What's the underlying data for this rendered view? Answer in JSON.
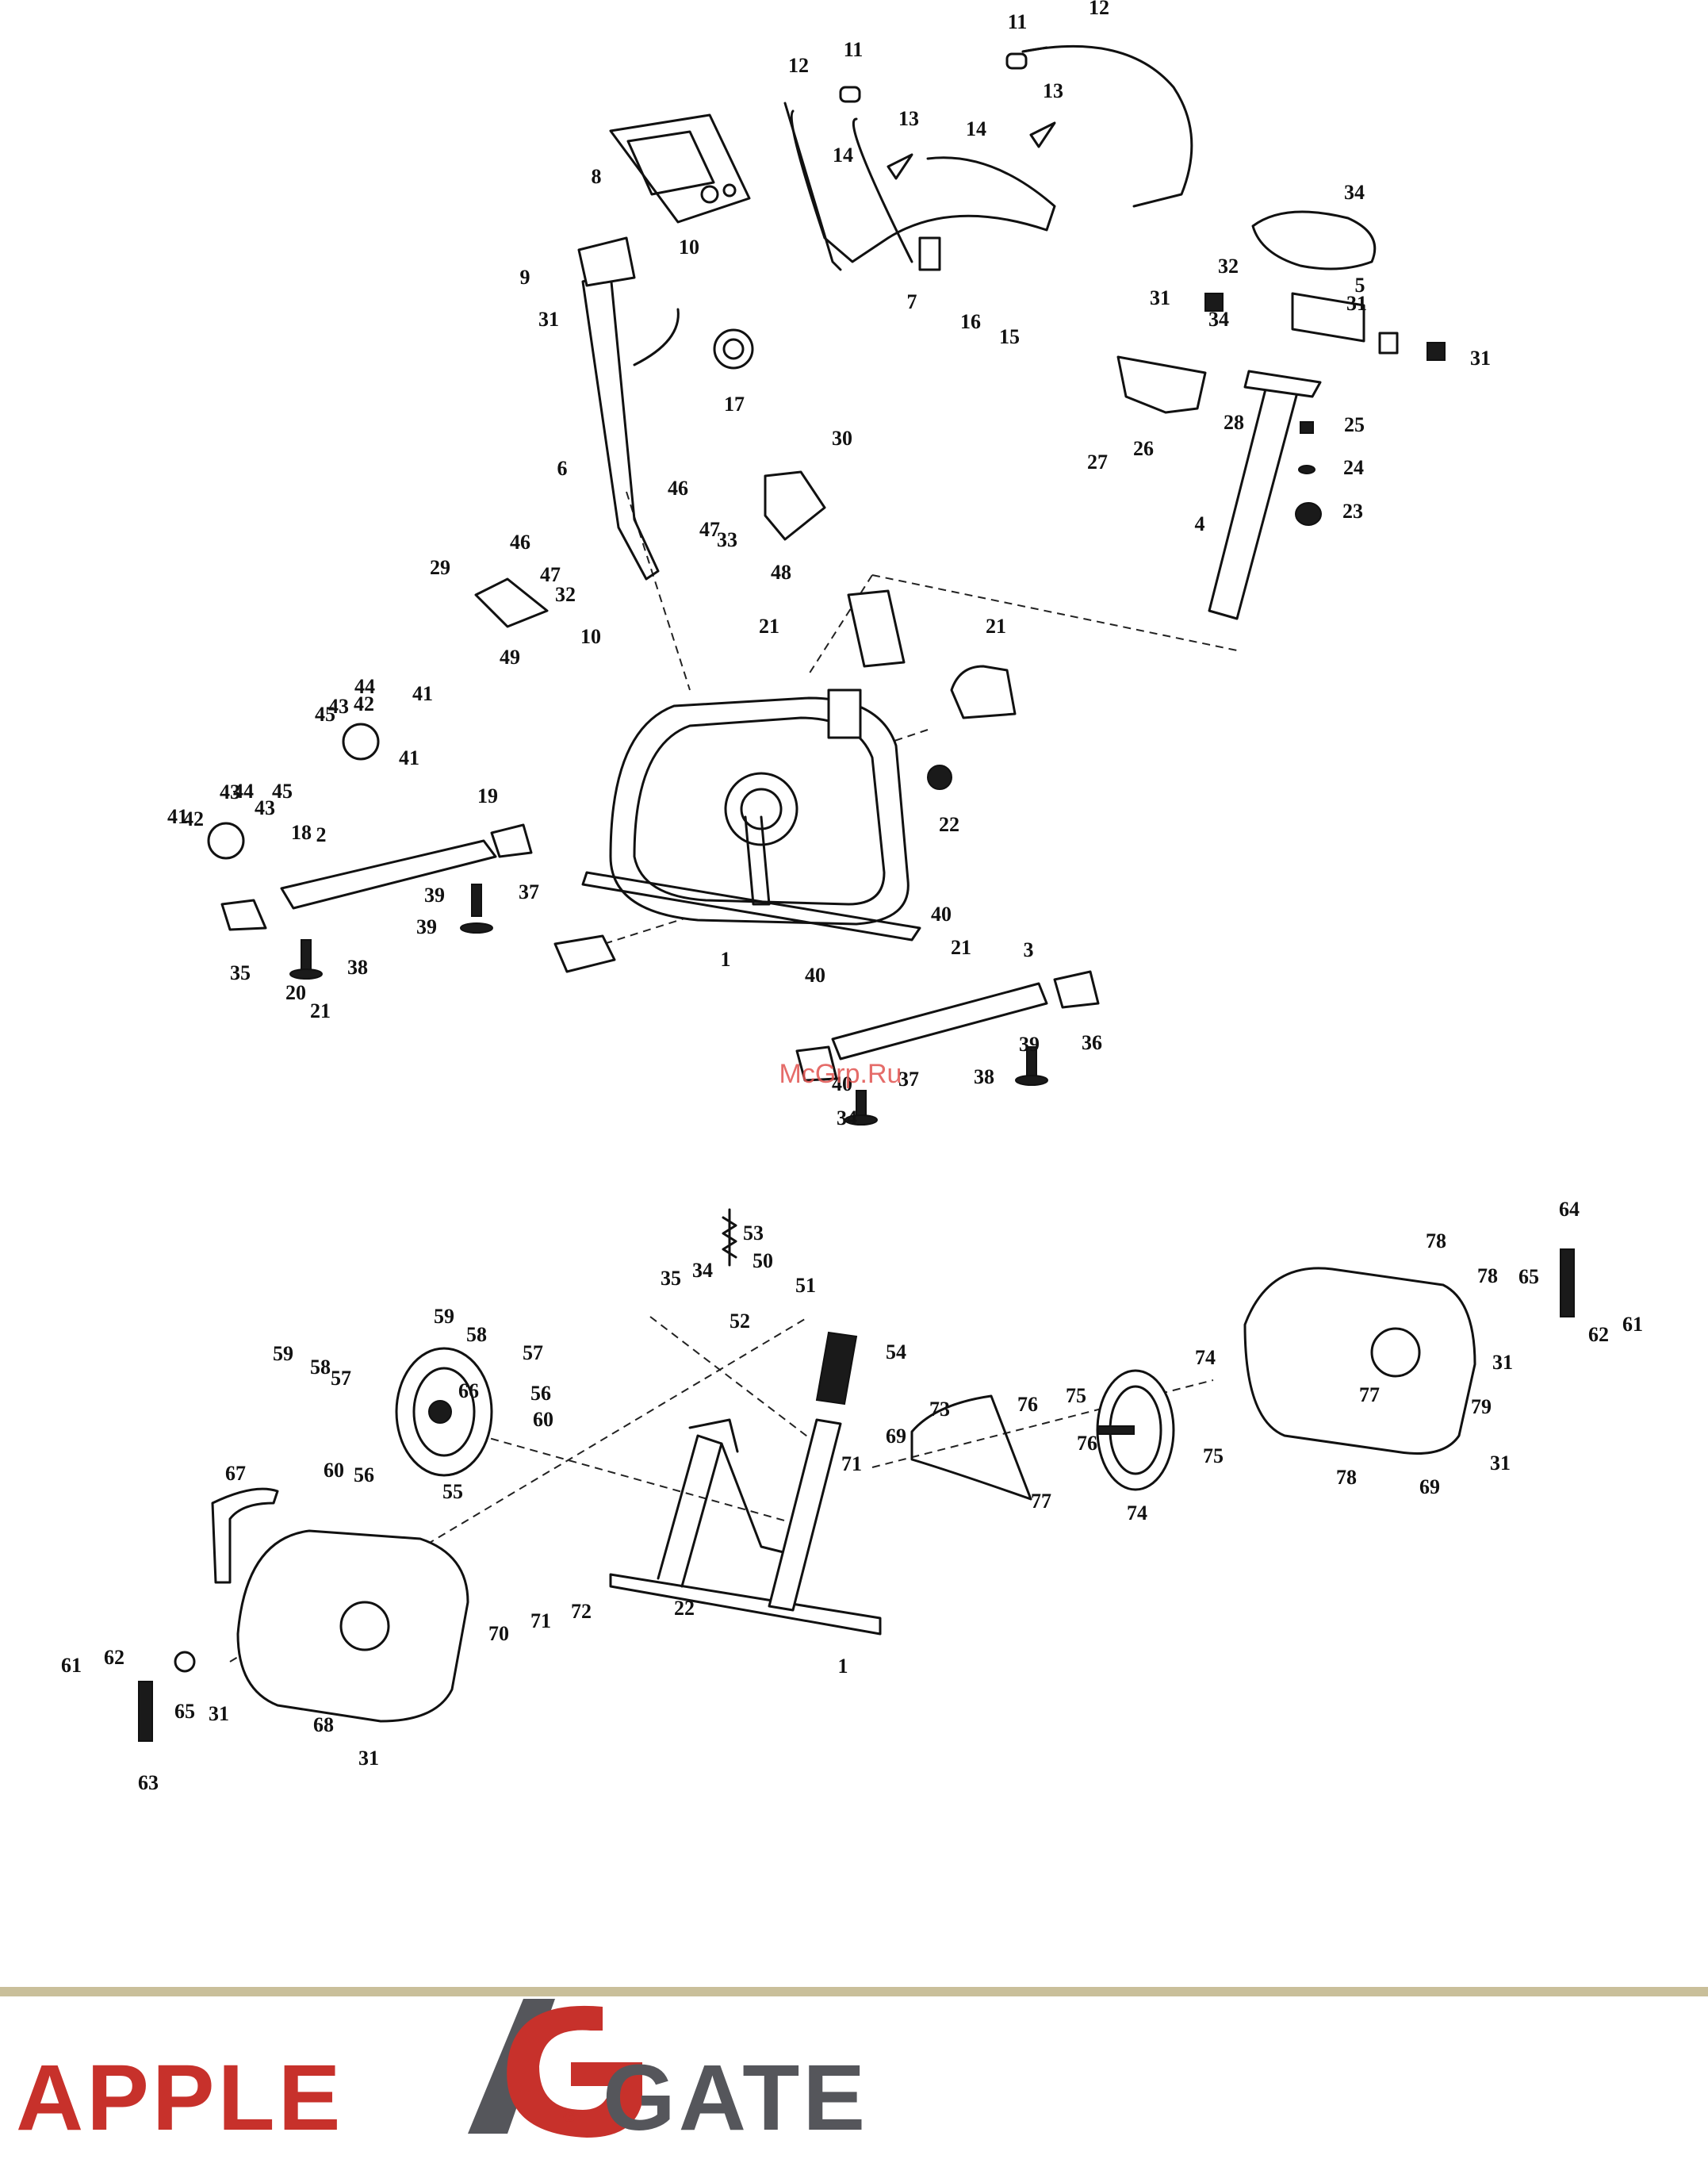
{
  "diagram_a_labels": [
    "1",
    "2",
    "3",
    "4",
    "5",
    "6",
    "7",
    "8",
    "9",
    "10",
    "10",
    "11",
    "11",
    "12",
    "12",
    "13",
    "13",
    "14",
    "14",
    "15",
    "16",
    "17",
    "18",
    "19",
    "20",
    "21",
    "21",
    "21",
    "21",
    "22",
    "23",
    "24",
    "25",
    "26",
    "27",
    "28",
    "29",
    "30",
    "31",
    "31",
    "31",
    "31",
    "32",
    "32",
    "33",
    "34",
    "34",
    "34",
    "35",
    "36",
    "37",
    "37",
    "38",
    "38",
    "39",
    "39",
    "39",
    "40",
    "40",
    "40",
    "41",
    "41",
    "41",
    "42",
    "42",
    "43",
    "43",
    "43",
    "44",
    "44",
    "45",
    "45",
    "46",
    "46",
    "47",
    "47",
    "48",
    "49"
  ],
  "diagram_b_labels": [
    "1",
    "22",
    "31",
    "31",
    "31",
    "31",
    "34",
    "35",
    "50",
    "51",
    "52",
    "53",
    "54",
    "55",
    "56",
    "56",
    "57",
    "57",
    "58",
    "58",
    "59",
    "59",
    "60",
    "60",
    "61",
    "61",
    "62",
    "62",
    "63",
    "64",
    "65",
    "65",
    "66",
    "67",
    "68",
    "69",
    "69",
    "70",
    "71",
    "71",
    "72",
    "73",
    "74",
    "74",
    "75",
    "75",
    "76",
    "76",
    "77",
    "77",
    "78",
    "78",
    "78",
    "79"
  ],
  "watermark": "McGrp.Ru",
  "brand": {
    "left": "APPLE",
    "right": "GATE",
    "mark": "G"
  },
  "colors": {
    "brand_red": "#c7312b",
    "brand_grey": "#55565b",
    "rule": "#c9bf9a",
    "ink": "#111111"
  }
}
